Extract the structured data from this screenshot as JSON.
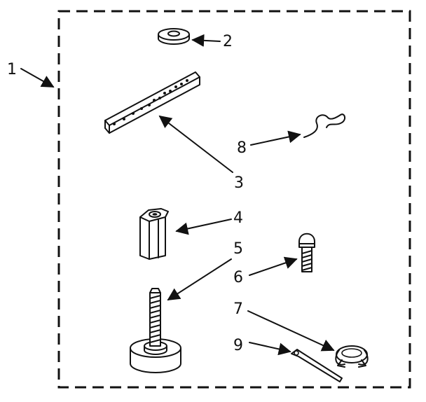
{
  "diagram": {
    "assembly_callout": "1",
    "parts": [
      {
        "id": "washer",
        "callout": "2",
        "icon": "flat-washer"
      },
      {
        "id": "bracket",
        "callout": "3",
        "icon": "perforated-strap"
      },
      {
        "id": "hex-nut",
        "callout": "4",
        "icon": "hex-coupling-nut"
      },
      {
        "id": "leveling-foot",
        "callout": "5",
        "icon": "threaded-leveling-foot"
      },
      {
        "id": "bolt",
        "callout": "6",
        "icon": "carriage-bolt"
      },
      {
        "id": "clamp",
        "callout": "7",
        "icon": "hose-clamp"
      },
      {
        "id": "clip",
        "callout": "8",
        "icon": "wire-clip"
      },
      {
        "id": "tie",
        "callout": "9",
        "icon": "cable-tie"
      }
    ]
  }
}
